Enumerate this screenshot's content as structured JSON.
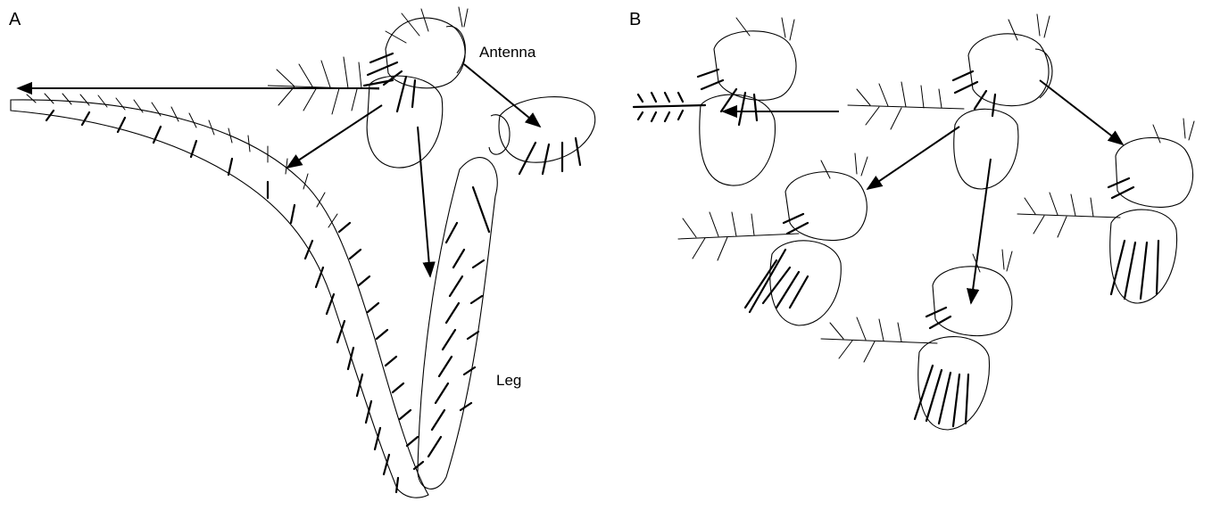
{
  "panels": [
    {
      "letter": "A",
      "labels": {
        "antenna": "Antenna",
        "leg": "Leg"
      }
    },
    {
      "letter": "B"
    }
  ]
}
